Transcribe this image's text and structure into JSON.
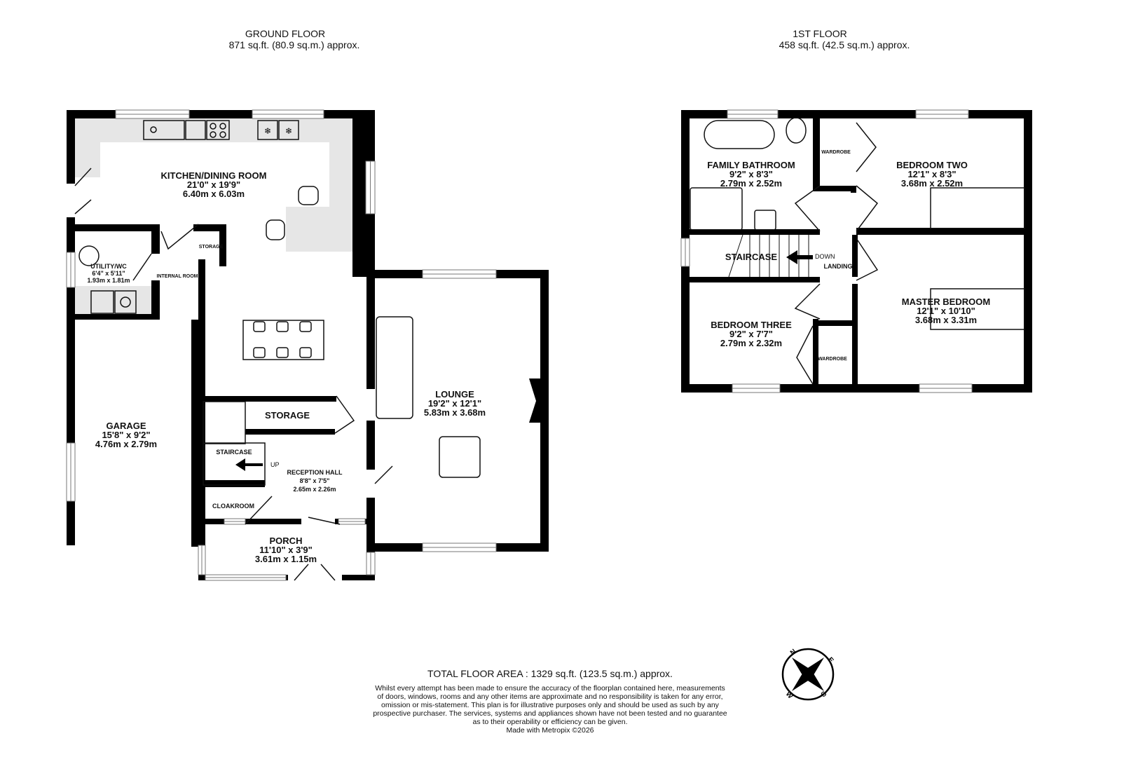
{
  "ground_floor": {
    "title": "GROUND FLOOR",
    "area": "871 sq.ft. (80.9 sq.m.) approx.",
    "rooms": {
      "kitchen": {
        "name": "KITCHEN/DINING ROOM",
        "imperial": "21'0\"  x 19'9\"",
        "metric": "6.40m  x 6.03m"
      },
      "utility": {
        "name": "UTILITY/WC",
        "imperial": "6'4\"  x 5'11\"",
        "metric": "1.93m  x 1.81m"
      },
      "internal_room": {
        "name": "INTERNAL ROOM"
      },
      "storage_small": {
        "name": "STORAGE"
      },
      "garage": {
        "name": "GARAGE",
        "imperial": "15'8\"  x 9'2\"",
        "metric": "4.76m  x 2.79m"
      },
      "lounge": {
        "name": "LOUNGE",
        "imperial": "19'2\"  x 12'1\"",
        "metric": "5.83m  x 3.68m"
      },
      "storage": {
        "name": "STORAGE"
      },
      "staircase": {
        "name": "STAIRCASE",
        "direction": "UP"
      },
      "reception": {
        "name": "RECEPTION HALL",
        "imperial": "8'8\"  x 7'5\"",
        "metric": "2.65m  x 2.26m"
      },
      "cloakroom": {
        "name": "CLOAKROOM"
      },
      "porch": {
        "name": "PORCH",
        "imperial": "11'10\"  x 3'9\"",
        "metric": "3.61m  x 1.15m"
      }
    }
  },
  "first_floor": {
    "title": "1ST FLOOR",
    "area": "458 sq.ft. (42.5 sq.m.) approx.",
    "rooms": {
      "bathroom": {
        "name": "FAMILY BATHROOM",
        "imperial": "9'2\"  x 8'3\"",
        "metric": "2.79m  x 2.52m"
      },
      "bedroom_two": {
        "name": "BEDROOM TWO",
        "imperial": "12'1\"  x 8'3\"",
        "metric": "3.68m  x 2.52m"
      },
      "wardrobe_1": {
        "name": "WARDROBE"
      },
      "staircase": {
        "name": "STAIRCASE",
        "direction": "DOWN"
      },
      "landing": {
        "name": "LANDING"
      },
      "master": {
        "name": "MASTER BEDROOM",
        "imperial": "12'1\"  x 10'10\"",
        "metric": "3.68m  x 3.31m"
      },
      "bedroom_three": {
        "name": "BEDROOM THREE",
        "imperial": "9'2\"  x 7'7\"",
        "metric": "2.79m  x 2.32m"
      },
      "wardrobe_2": {
        "name": "WARDROBE"
      }
    }
  },
  "footer": {
    "total": "TOTAL FLOOR AREA : 1329 sq.ft. (123.5 sq.m.) approx.",
    "disclaimer": [
      "Whilst every attempt has been made to ensure the accuracy of the floorplan contained here, measurements",
      "of doors, windows, rooms and any other items are approximate and no responsibility is taken for any error,",
      "omission or mis-statement. This plan is for illustrative purposes only and should be used as such by any",
      "prospective purchaser. The services, systems and appliances shown have not been tested and no guarantee",
      "as to their operability or efficiency can be given."
    ],
    "credit": "Made with Metropix ©2026"
  },
  "compass": {
    "n": "N",
    "e": "E",
    "s": "S",
    "w": "W",
    "icon": "compass-rose-icon"
  },
  "colors": {
    "wall": "#000000",
    "worktop": "#e6e6e6",
    "background": "#ffffff"
  }
}
